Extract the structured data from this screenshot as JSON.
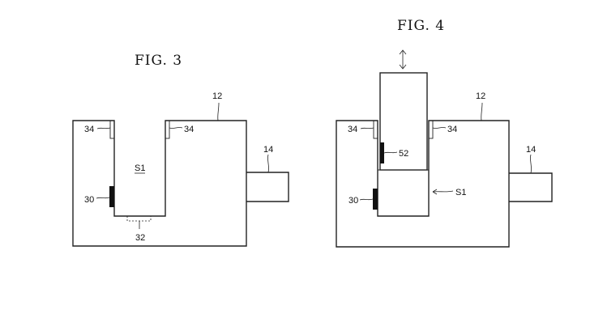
{
  "figures": [
    {
      "title": "FIG. 3",
      "labels": {
        "body": "12",
        "port": "14",
        "stopper_left": "34",
        "stopper_right": "34",
        "space": "S1",
        "sensor": "30",
        "bottom_part": "32"
      }
    },
    {
      "title": "FIG. 4",
      "labels": {
        "body": "12",
        "port": "14",
        "stopper_left": "34",
        "stopper_right": "34",
        "space": "S1",
        "sensor": "30",
        "insert_part": "52"
      },
      "arrow_icon": "double-headed-vertical-arrow"
    }
  ]
}
